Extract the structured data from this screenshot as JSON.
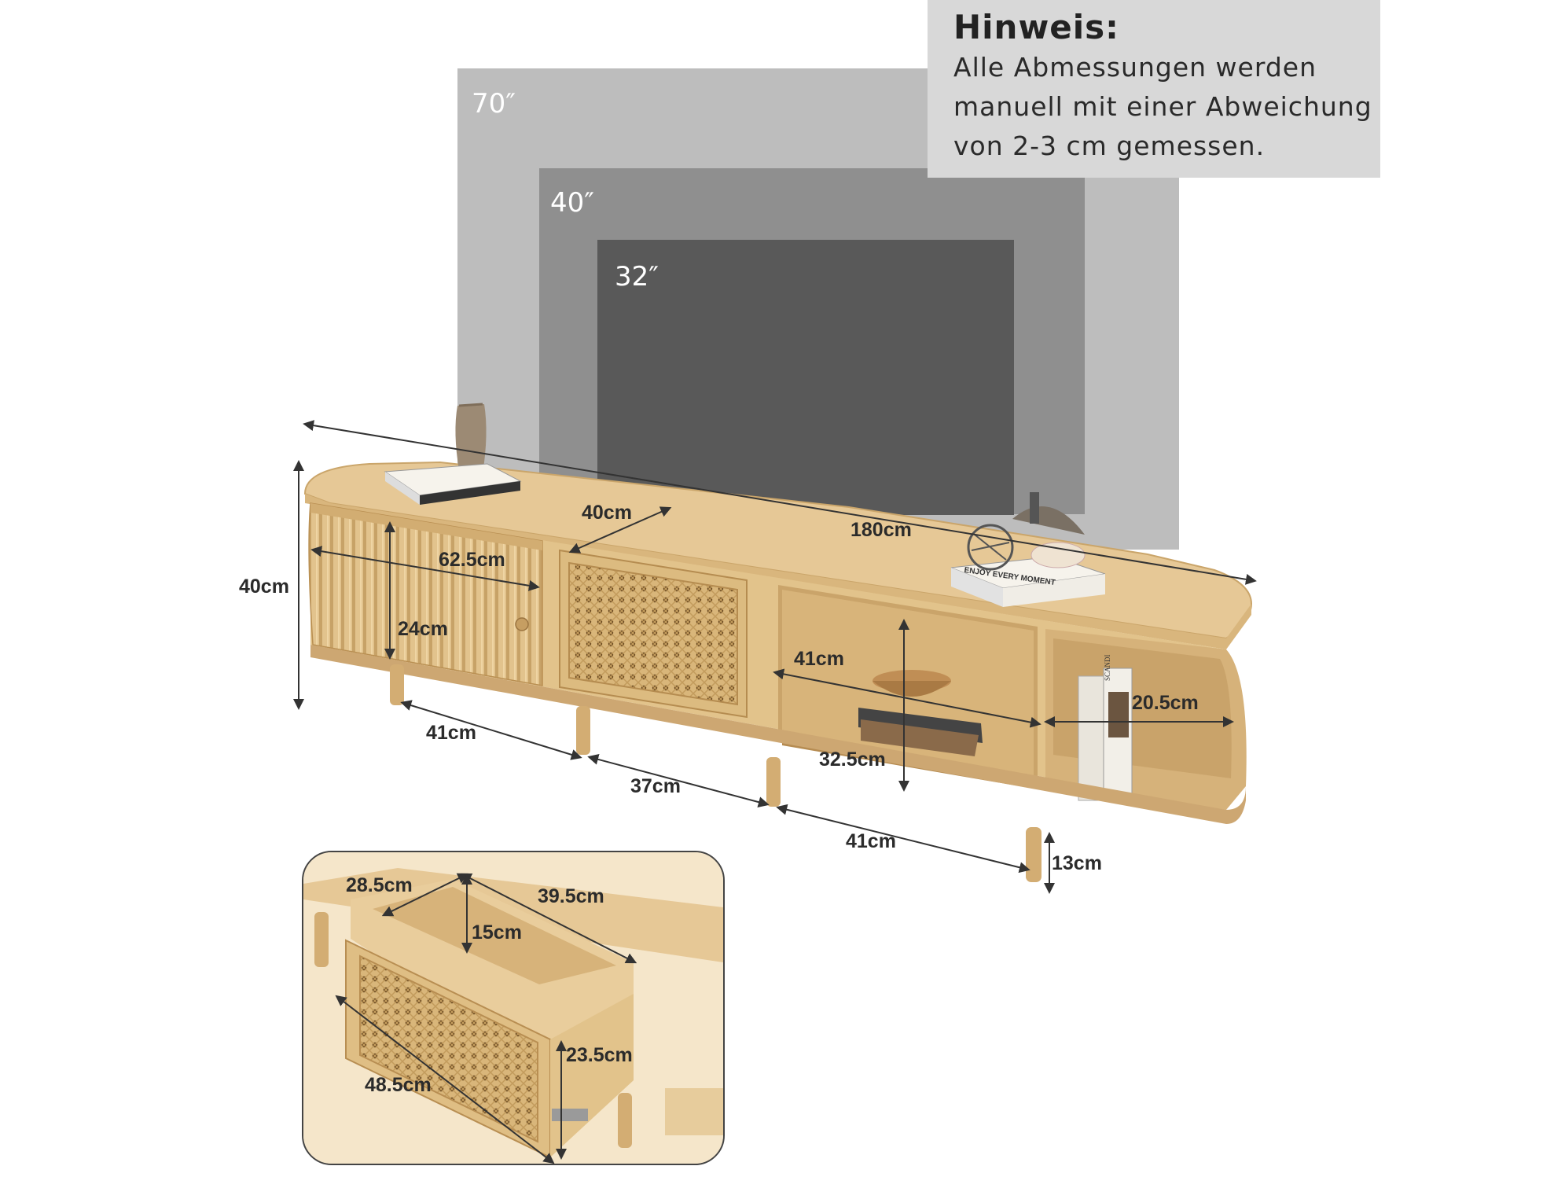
{
  "note": {
    "title": "Hinweis:",
    "lines": [
      "Alle Abmessungen werden",
      "manuell mit einer Abweichung",
      "von 2-3 cm gemessen."
    ]
  },
  "tv_sizes": [
    "70″",
    "40″",
    "32″"
  ],
  "dimensions": {
    "width_total": "180cm",
    "height_total": "40cm",
    "top_depth": "40cm",
    "door_width": "62.5cm",
    "door_height": "24cm",
    "shelf_depth": "41cm",
    "side_shelf": "20.5cm",
    "shelf_height": "32.5cm",
    "leg_span_1": "41cm",
    "leg_span_2": "37cm",
    "leg_span_3": "41cm",
    "leg_height": "13cm"
  },
  "drawer": {
    "depth": "28.5cm",
    "length": "39.5cm",
    "inner_height": "15cm",
    "front_height": "23.5cm",
    "front_width": "48.5cm"
  },
  "book_texts": {
    "book_right": "ENJOY EVERY MOMENT",
    "book_side": "SCANDI"
  },
  "colors": {
    "wood": "#e3c48e",
    "wood_dark": "#c9a468",
    "tv_70": "#bdbdbd",
    "tv_40": "#8f8f8f",
    "tv_32": "#595959",
    "note_bg": "#d8d8d8"
  }
}
